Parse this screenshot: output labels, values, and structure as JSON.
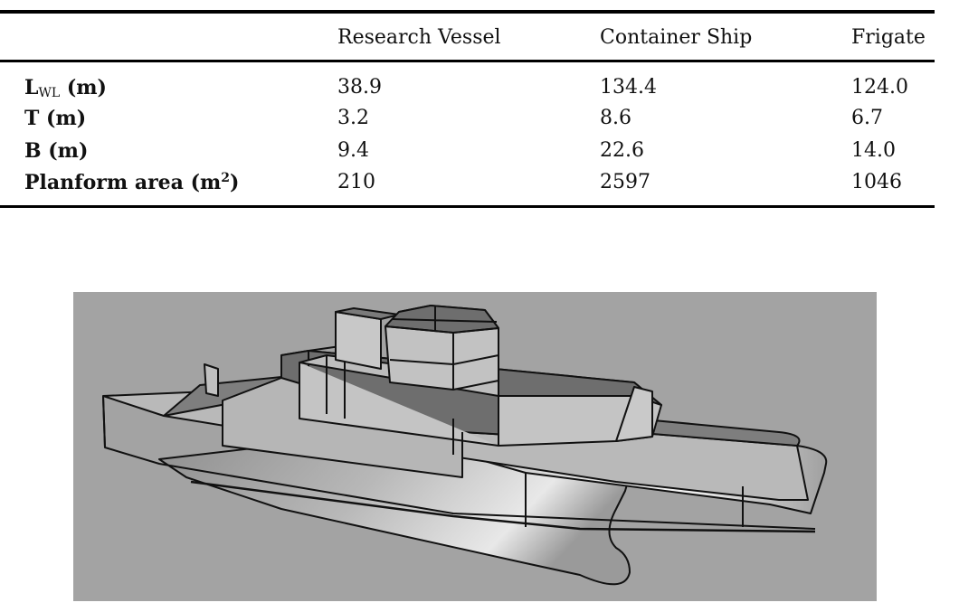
{
  "table": {
    "columns": [
      "",
      "Research Vessel",
      "Container Ship",
      "Frigate"
    ],
    "rows": [
      {
        "label_main": "L",
        "label_sub": "WL",
        "label_unit": " (m)",
        "values": [
          "38.9",
          "134.4",
          "124.0"
        ]
      },
      {
        "label": "T (m)",
        "values": [
          "3.2",
          "8.6",
          "6.7"
        ]
      },
      {
        "label": "B (m)",
        "values": [
          "9.4",
          "22.6",
          "14.0"
        ]
      },
      {
        "label_main": "Planform area (m",
        "label_sup": "2",
        "label_end": ")",
        "values": [
          "210",
          "2597",
          "1046"
        ]
      }
    ]
  },
  "figure": {
    "description": "3D rendered model of a research vessel hull with superstructure",
    "background_color": "#a3a3a3"
  }
}
